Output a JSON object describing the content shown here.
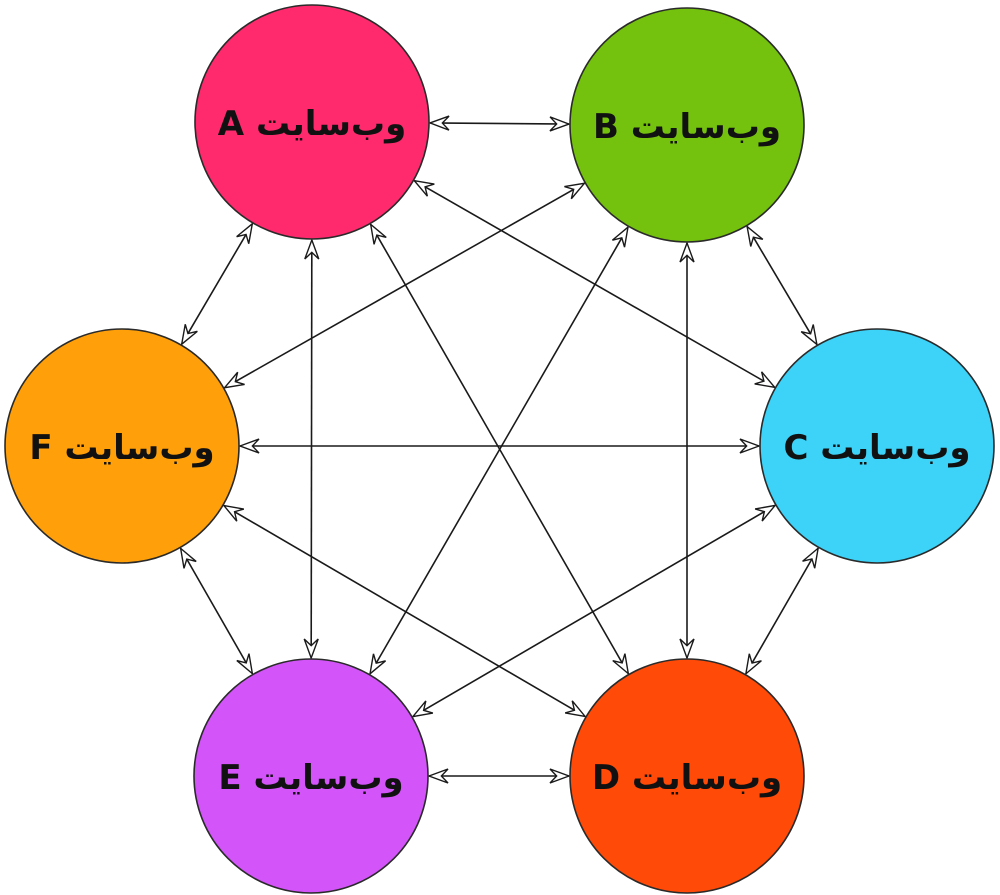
{
  "nodes": [
    {
      "id": "A",
      "label": "وب‌سایت A",
      "color": "#ff2a6d"
    },
    {
      "id": "B",
      "label": "وب‌سایت B",
      "color": "#74c10e"
    },
    {
      "id": "C",
      "label": "وب‌سایت C",
      "color": "#3dd2f7"
    },
    {
      "id": "D",
      "label": "وب‌سایت D",
      "color": "#ff4a08"
    },
    {
      "id": "E",
      "label": "وب‌سایت E",
      "color": "#d355fa"
    },
    {
      "id": "F",
      "label": "وب‌سایت F",
      "color": "#ffa00a"
    }
  ],
  "edges": [
    {
      "from": "A",
      "to": "B",
      "bidirectional": true
    },
    {
      "from": "A",
      "to": "C",
      "bidirectional": true
    },
    {
      "from": "A",
      "to": "D",
      "bidirectional": true
    },
    {
      "from": "A",
      "to": "E",
      "bidirectional": true
    },
    {
      "from": "A",
      "to": "F",
      "bidirectional": true
    },
    {
      "from": "B",
      "to": "C",
      "bidirectional": true
    },
    {
      "from": "B",
      "to": "D",
      "bidirectional": true
    },
    {
      "from": "B",
      "to": "E",
      "bidirectional": true
    },
    {
      "from": "B",
      "to": "F",
      "bidirectional": true
    },
    {
      "from": "C",
      "to": "D",
      "bidirectional": true
    },
    {
      "from": "C",
      "to": "E",
      "bidirectional": true
    },
    {
      "from": "C",
      "to": "F",
      "bidirectional": true
    },
    {
      "from": "D",
      "to": "E",
      "bidirectional": true
    },
    {
      "from": "D",
      "to": "F",
      "bidirectional": true
    },
    {
      "from": "E",
      "to": "F",
      "bidirectional": true
    }
  ]
}
